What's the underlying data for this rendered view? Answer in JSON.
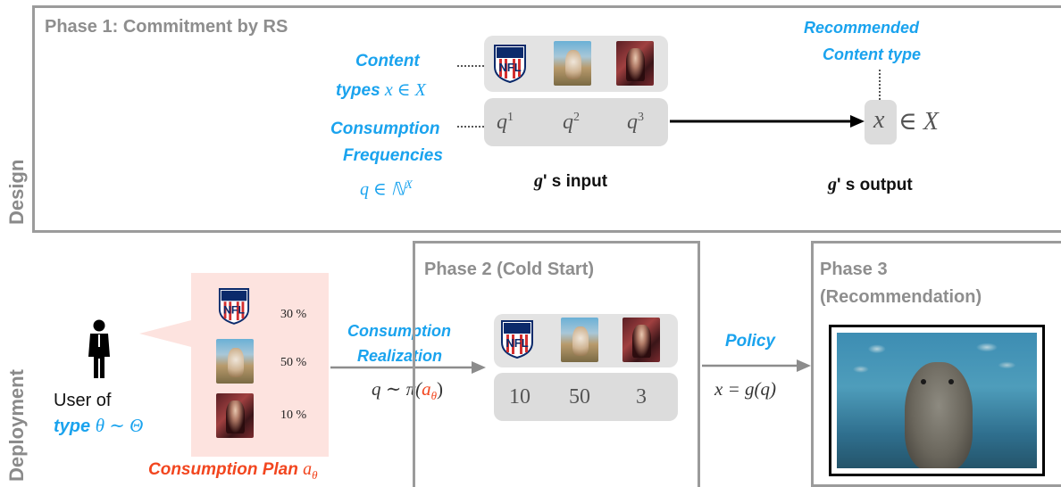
{
  "side_labels": {
    "design": "Design",
    "deployment": "Deployment"
  },
  "phase1": {
    "title": "Phase 1: Commitment by RS",
    "content_types_label_1": "Content",
    "content_types_label_2": "types",
    "content_types_math": "x ∈ X",
    "consumption_label_1": "Consumption",
    "consumption_label_2": "Frequencies",
    "consumption_math": "q ∈ ℕ",
    "consumption_math_sup": "X",
    "q_cells": [
      {
        "base": "q",
        "sup": "1"
      },
      {
        "base": "q",
        "sup": "2"
      },
      {
        "base": "q",
        "sup": "3"
      }
    ],
    "input_var": "g",
    "input_text": "' s input",
    "output_var": "g",
    "output_text": "' s output",
    "recommended_1": "Recommended",
    "recommended_2": "Content type",
    "output_x": "x",
    "output_in": "∈ X"
  },
  "user": {
    "label_1": "User of",
    "label_2": "type",
    "type_math": "θ ∼ Θ"
  },
  "plan": {
    "title": "Consumption Plan",
    "math": "a",
    "math_sub": "θ",
    "percentages": [
      "30 %",
      "50 %",
      "10 %"
    ],
    "nfl_text": "NFL"
  },
  "realization": {
    "label_1": "Consumption",
    "label_2": "Realization",
    "math_left": "q ∼ π(",
    "math_a": "a",
    "math_sub": "θ",
    "math_right": ")"
  },
  "phase2": {
    "title": "Phase 2 (Cold Start)",
    "values": [
      "10",
      "50",
      "3"
    ]
  },
  "policy": {
    "label": "Policy",
    "math": "x = g(q)"
  },
  "phase3": {
    "title_1": "Phase 3",
    "title_2": "(Recommendation)"
  },
  "colors": {
    "accent_blue": "#1aa3ee",
    "accent_red": "#f2461f",
    "frame_grey": "#9b9b9b",
    "plan_pink": "#fde3df"
  }
}
